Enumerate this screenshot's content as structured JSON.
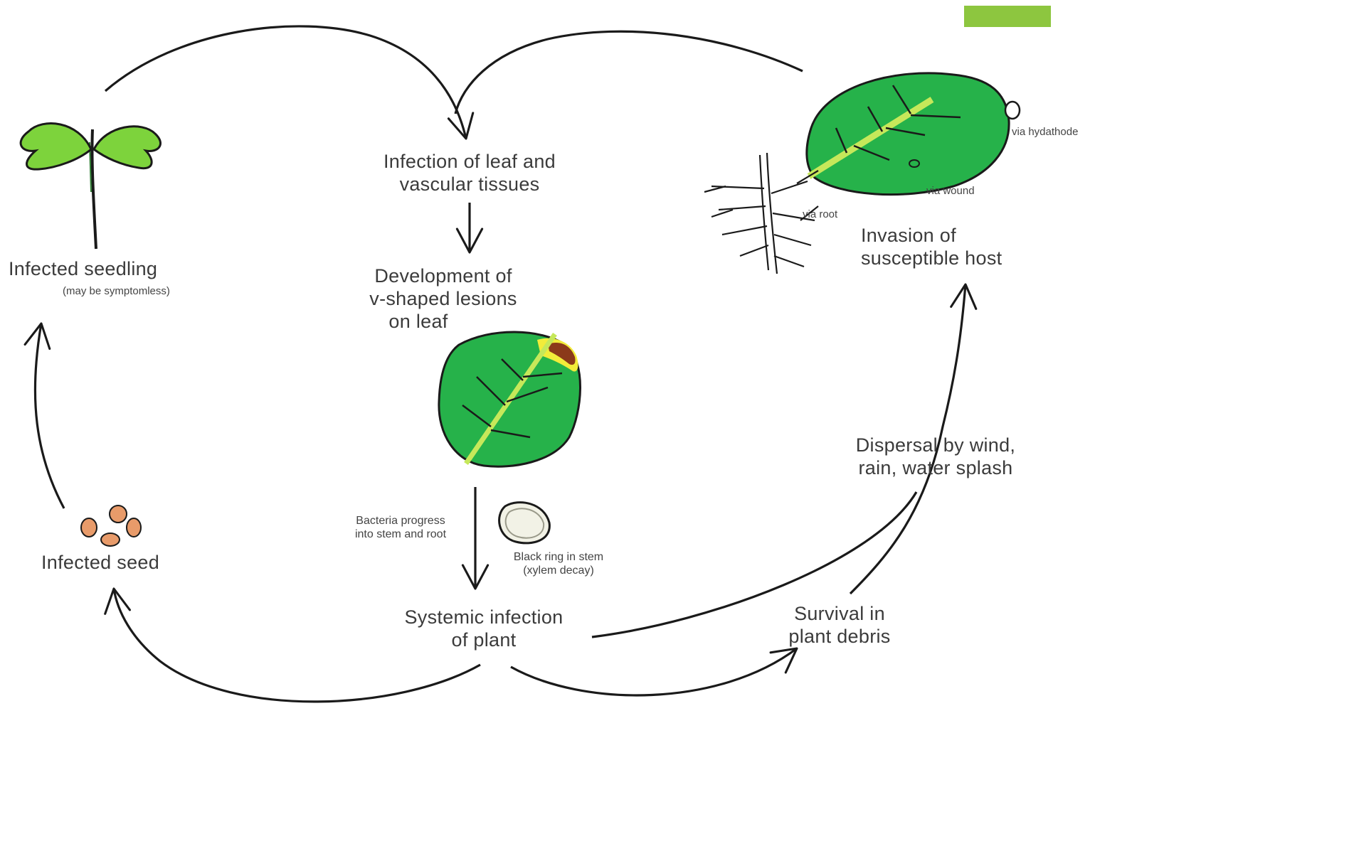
{
  "colors": {
    "accent": "#8dc63f",
    "leaf_green": "#26b24a",
    "seedling_green": "#7dd33c",
    "seed_orange": "#e89b6a",
    "lesion_yellow": "#f2ec3a",
    "lesion_brown": "#8b3a1a",
    "line": "#1a1a1a"
  },
  "labels": {
    "infected_seedling": "Infected seedling",
    "may_be_symptomless": "(may be symptomless)",
    "infection_leaf_1": "Infection of leaf and",
    "infection_leaf_2": "vascular tissues",
    "development_1": "Development of",
    "development_2": "v-shaped lesions",
    "development_3": "on leaf",
    "bacteria_1": "Bacteria progress",
    "bacteria_2": "into stem and root",
    "black_ring_1": "Black ring in stem",
    "black_ring_2": "(xylem decay)",
    "systemic_1": "Systemic infection",
    "systemic_2": "of plant",
    "infected_seed": "Infected seed",
    "survival_1": "Survival in",
    "survival_2": "plant debris",
    "dispersal_1": "Dispersal by wind,",
    "dispersal_2": "rain, water splash",
    "invasion_1": "Invasion of",
    "invasion_2": "susceptible host",
    "via_hydathode": "via hydathode",
    "via_wound": "via wound",
    "via_root": "via root"
  },
  "icons": [
    "seedling-icon",
    "leaf-lesion-icon",
    "stem-ring-icon",
    "seeds-icon",
    "host-leaf-icon",
    "roots-icon"
  ]
}
